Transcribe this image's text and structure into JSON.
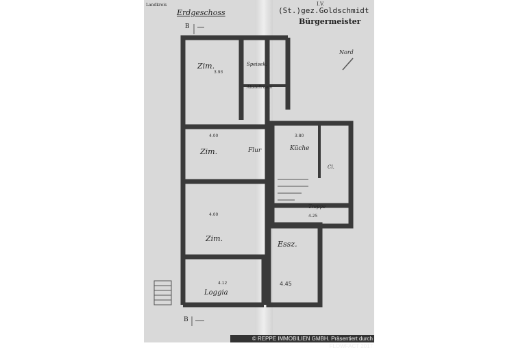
{
  "header": {
    "left_stamp": "Landkreis",
    "handwritten_title": "Erdgeschoss",
    "section_mark_top": "B",
    "sig_line1": "I.V.",
    "sig_line2": "(St.)gez.Goldschmidt",
    "sig_line3": "Bürgermeister"
  },
  "north_label": "Nord",
  "rooms": [
    {
      "label": "Zim.",
      "dim": "3.93"
    },
    {
      "label": "Speisek."
    },
    {
      "label": "Abstellraum"
    },
    {
      "label": "Zim.",
      "dim": "4.00"
    },
    {
      "label": "Flur"
    },
    {
      "label": "Küche",
      "dim": "3.80"
    },
    {
      "label": "Zim.",
      "dim": "4.00"
    },
    {
      "label": "Treppe",
      "dim": "4.25"
    },
    {
      "label": "Essz.",
      "dim": "4.45"
    },
    {
      "label": "Loggia",
      "dim": "4.12"
    },
    {
      "label": "Cl."
    }
  ],
  "section_mark_bottom": "B",
  "copyright": "© REPPE IMMOBILIEN GMBH. Präsentiert durch FLOWFACT 2017"
}
